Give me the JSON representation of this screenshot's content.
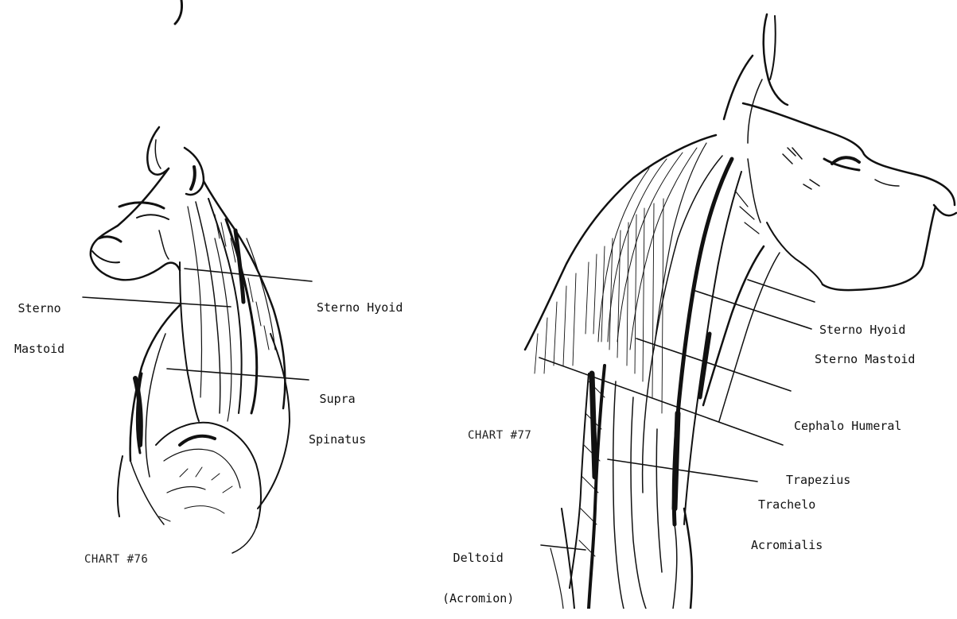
{
  "chart76": {
    "id": "CHART #76",
    "labels": {
      "sterno_mastoid": [
        "Sterno",
        "Mastoid"
      ],
      "sterno_hyoid": "Sterno Hyoid",
      "supra_spinatus": [
        "Supra",
        "Spinatus"
      ]
    }
  },
  "chart77": {
    "id": "CHART #77",
    "labels": {
      "sterno_hyoid": "Sterno Hyoid",
      "sterno_mastoid": "Sterno Mastoid",
      "cephalo_humeral": "Cephalo Humeral",
      "trapezius": "Trapezius",
      "trachelo_acromialis": [
        "Trachelo",
        "Acromialis"
      ],
      "deltoid": [
        "Deltoid",
        "(Acromion)"
      ]
    }
  }
}
